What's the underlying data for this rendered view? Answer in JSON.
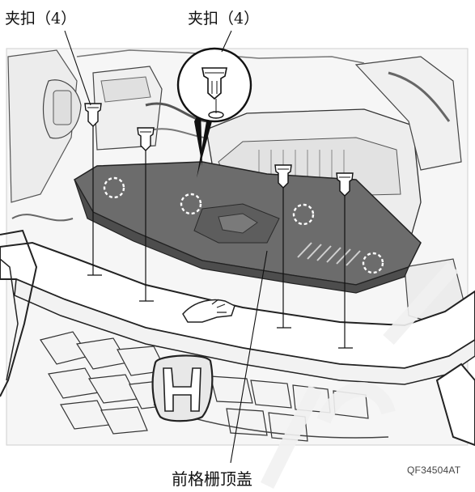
{
  "labels": {
    "clip_left": "夹扣（4）",
    "clip_top": "夹扣（4）",
    "part_name": "前格栅顶盖",
    "ref_code": "QF34504AT"
  },
  "colors": {
    "cover": "#6c6c6c",
    "cover_dark": "#4d4d4d",
    "line": "#1a1a1a",
    "background": "#ffffff",
    "engine_bay": "#f4f4f4"
  },
  "icons": [
    "clip-icon",
    "hand-icon",
    "honda-logo",
    "magnifier-callout"
  ]
}
